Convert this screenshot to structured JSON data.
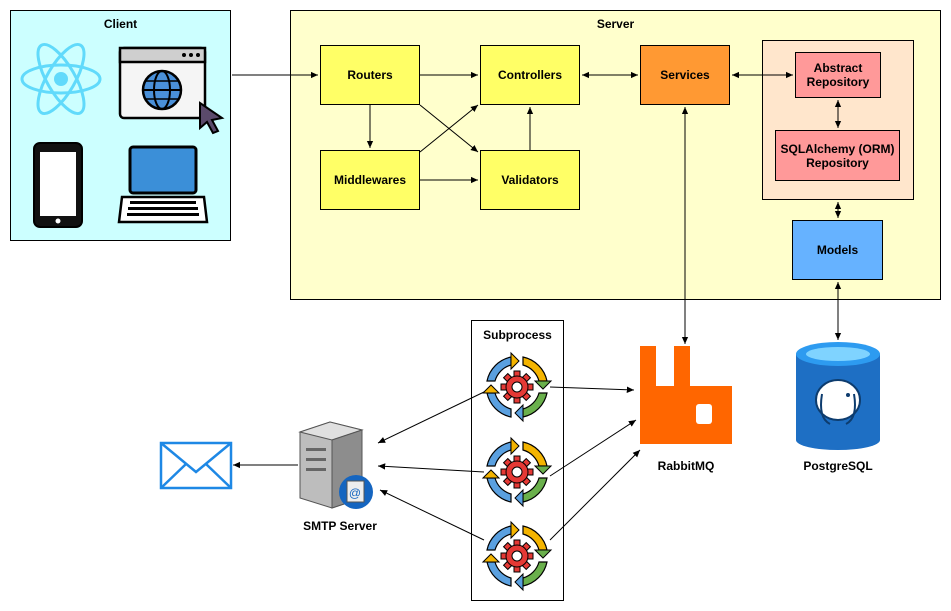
{
  "client": {
    "title": "Client"
  },
  "server": {
    "title": "Server",
    "routers": "Routers",
    "middlewares": "Middlewares",
    "controllers": "Controllers",
    "validators": "Validators",
    "services": "Services",
    "abstract_repository": "Abstract\nRepository",
    "sqlalchemy_repository": "SQLAlchemy (ORM)\nRepository",
    "models": "Models"
  },
  "subprocess": {
    "title": "Subprocess"
  },
  "smtp": {
    "label": "SMTP Server"
  },
  "rabbitmq": {
    "label": "RabbitMQ"
  },
  "postgres": {
    "label": "PostgreSQL"
  },
  "colors": {
    "client_bg": "#ccffff",
    "server_bg": "#ffffcc",
    "node_yellow": "#ffff66",
    "services_orange": "#ff9933",
    "repo_container": "#ffe6cc",
    "repo_red": "#ff9999",
    "models_blue": "#66b2ff",
    "rabbit_orange": "#ff6600",
    "postgres_blue": "#1e6fc4"
  },
  "icons": [
    "react-icon",
    "browser-globe-icon",
    "cursor-icon",
    "smartphone-icon",
    "laptop-icon",
    "gear-cycle-icon",
    "server-tower-icon",
    "email-envelope-icon",
    "rabbitmq-logo",
    "postgresql-logo"
  ]
}
